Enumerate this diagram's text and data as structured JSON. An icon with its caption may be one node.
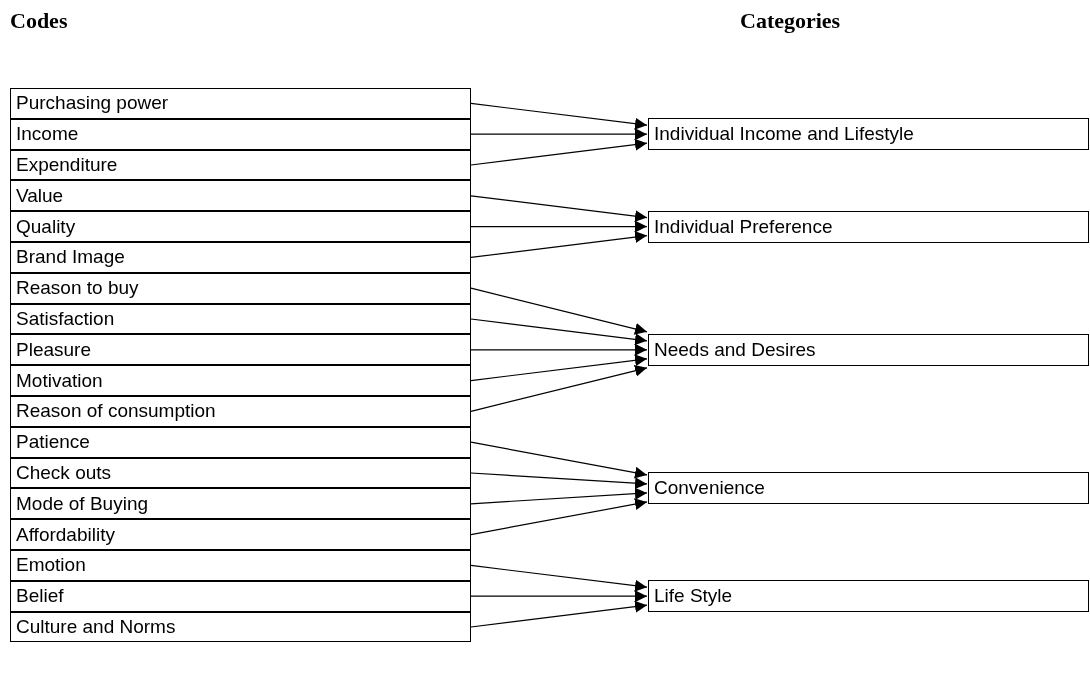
{
  "diagram": {
    "labels": [
      "Codes",
      "Categories"
    ],
    "nodes": [
      {
        "text": [
          "Purchasing power"
        ]
      },
      {
        "text": [
          "Income"
        ]
      },
      {
        "text": [
          "Expenditure"
        ]
      },
      {
        "text": [
          "Value"
        ]
      },
      {
        "text": [
          "Quality"
        ]
      },
      {
        "text": [
          "Brand Image"
        ]
      },
      {
        "text": [
          "Reason to buy"
        ]
      },
      {
        "text": [
          "Satisfaction"
        ]
      },
      {
        "text": [
          "Pleasure"
        ]
      },
      {
        "text": [
          "Motivation"
        ]
      },
      {
        "text": [
          "Reason of consumption"
        ]
      },
      {
        "text": [
          "Patience"
        ]
      },
      {
        "text": [
          "Check outs"
        ]
      },
      {
        "text": [
          "Mode of Buying"
        ]
      },
      {
        "text": [
          "Affordability"
        ]
      },
      {
        "text": [
          "Emotion"
        ]
      },
      {
        "text": [
          "Belief"
        ]
      },
      {
        "text": [
          "Culture and Norms"
        ]
      },
      {
        "text": [
          "Individual Income and Lifestyle"
        ]
      },
      {
        "text": [
          "Individual Preference"
        ]
      },
      {
        "text": [
          "Needs and Desires"
        ]
      },
      {
        "text": [
          "Convenience"
        ]
      },
      {
        "text": [
          "Life Style"
        ]
      }
    ],
    "edges": [
      {
        "from": 0,
        "to": 18,
        "arrow": "to"
      },
      {
        "from": 1,
        "to": 18,
        "arrow": "to"
      },
      {
        "from": 2,
        "to": 18,
        "arrow": "to"
      },
      {
        "from": 3,
        "to": 19,
        "arrow": "to"
      },
      {
        "from": 4,
        "to": 19,
        "arrow": "to"
      },
      {
        "from": 5,
        "to": 19,
        "arrow": "to"
      },
      {
        "from": 6,
        "to": 20,
        "arrow": "to"
      },
      {
        "from": 7,
        "to": 20,
        "arrow": "to"
      },
      {
        "from": 8,
        "to": 20,
        "arrow": "to"
      },
      {
        "from": 9,
        "to": 20,
        "arrow": "to"
      },
      {
        "from": 10,
        "to": 20,
        "arrow": "to"
      },
      {
        "from": 11,
        "to": 21,
        "arrow": "to"
      },
      {
        "from": 12,
        "to": 21,
        "arrow": "to"
      },
      {
        "from": 13,
        "to": 21,
        "arrow": "to"
      },
      {
        "from": 14,
        "to": 21,
        "arrow": "to"
      },
      {
        "from": 15,
        "to": 22,
        "arrow": "to"
      },
      {
        "from": 16,
        "to": 22,
        "arrow": "to"
      },
      {
        "from": 17,
        "to": 22,
        "arrow": "to"
      }
    ]
  }
}
